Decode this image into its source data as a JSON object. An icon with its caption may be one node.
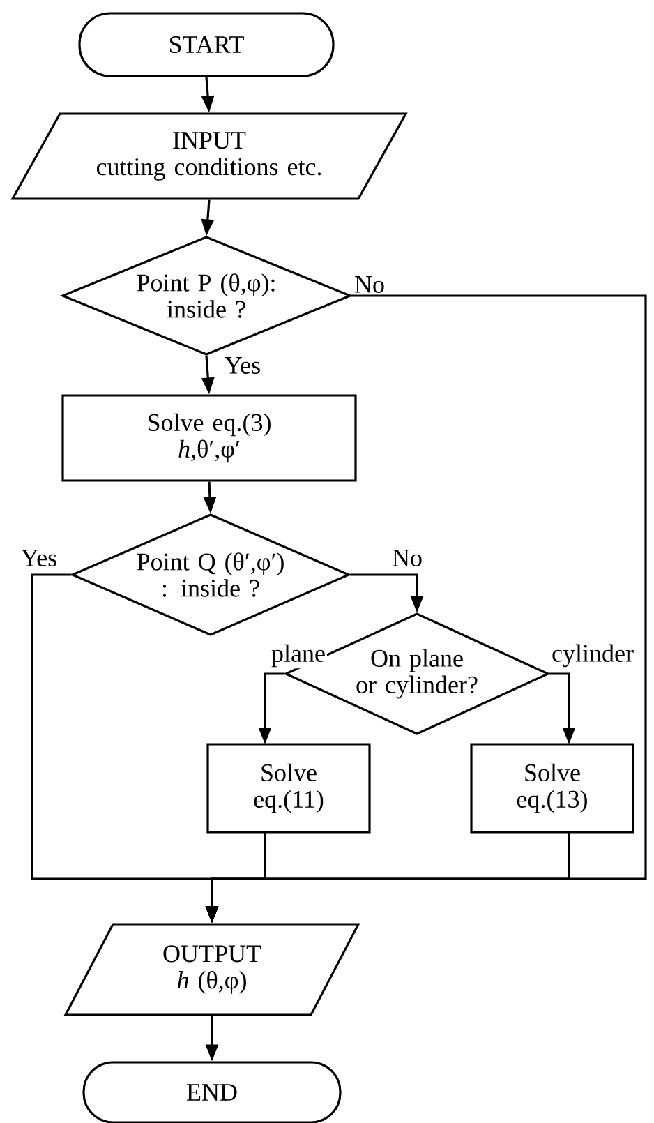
{
  "diagram": {
    "nodes": [
      {
        "text": [
          "START"
        ]
      },
      {
        "text": [
          "INPUT",
          "cutting conditions etc."
        ]
      },
      {
        "text": [
          "Point P (θ,φ): inside ?"
        ]
      },
      {
        "text": [
          "Solve eq.(3)",
          "*h*,θ′,φ′"
        ]
      },
      {
        "text": [
          "Point Q (θ′,φ′) : inside ?"
        ]
      },
      {
        "text": [
          "On plane or cylinder?"
        ]
      },
      {
        "text": [
          "Solve eq.(11)"
        ]
      },
      {
        "text": [
          "Solve eq.(13)"
        ]
      },
      {
        "text": [
          "OUTPUT",
          "*h* (θ,φ)"
        ]
      },
      {
        "text": [
          "END"
        ]
      }
    ],
    "edges": [
      {
        "from": 0,
        "to": 1,
        "arrow": "to"
      },
      {
        "from": 1,
        "to": 2,
        "arrow": "to"
      },
      {
        "from": 2,
        "to": 3,
        "arrow": "to",
        "label": "Yes"
      },
      {
        "from": 2,
        "to": 8,
        "arrow": "to",
        "label": "No"
      },
      {
        "from": 3,
        "to": 4,
        "arrow": "to"
      },
      {
        "from": 4,
        "to": 5,
        "arrow": "to",
        "label": "No"
      },
      {
        "from": 5,
        "to": 6,
        "arrow": "to",
        "label": "plane"
      },
      {
        "from": 5,
        "to": 7,
        "arrow": "to",
        "label": "cylinder"
      },
      {
        "from": 4,
        "to": 8,
        "arrow": "to",
        "label": "Yes"
      },
      {
        "from": 6,
        "to": 8,
        "arrow": "to"
      },
      {
        "from": 7,
        "to": 8,
        "arrow": "to"
      },
      {
        "from": 8,
        "to": 9,
        "arrow": "to"
      }
    ]
  }
}
